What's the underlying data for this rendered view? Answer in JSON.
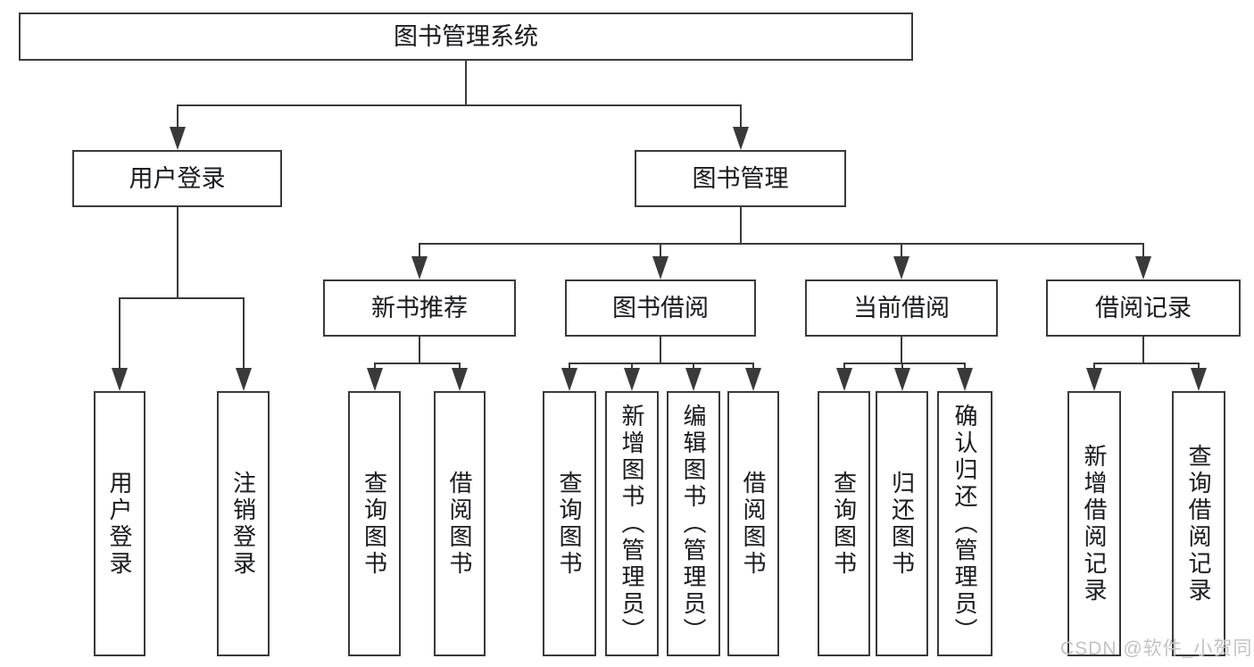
{
  "diagram": {
    "title": "图书管理系统",
    "nodes": [
      {
        "id": "library-system",
        "label": "图书管理系统",
        "orient": "h",
        "parent": null
      },
      {
        "id": "user-login",
        "label": "用户登录",
        "orient": "h",
        "parent": "library-system"
      },
      {
        "id": "book-mgmt",
        "label": "图书管理",
        "orient": "h",
        "parent": "library-system"
      },
      {
        "id": "new-book",
        "label": "新书推荐",
        "orient": "h",
        "parent": "book-mgmt"
      },
      {
        "id": "book-borrow",
        "label": "图书借阅",
        "orient": "h",
        "parent": "book-mgmt"
      },
      {
        "id": "current-borrow",
        "label": "当前借阅",
        "orient": "h",
        "parent": "book-mgmt"
      },
      {
        "id": "borrow-records",
        "label": "借阅记录",
        "orient": "h",
        "parent": "book-mgmt"
      },
      {
        "id": "ul-login",
        "label": "用户登录",
        "orient": "v",
        "parent": "user-login"
      },
      {
        "id": "ul-logout",
        "label": "注销登录",
        "orient": "v",
        "parent": "user-login"
      },
      {
        "id": "nb-query",
        "label": "查询图书",
        "orient": "v",
        "parent": "new-book"
      },
      {
        "id": "nb-borrow",
        "label": "借阅图书",
        "orient": "v",
        "parent": "new-book"
      },
      {
        "id": "bb-query",
        "label": "查询图书",
        "orient": "v",
        "parent": "book-borrow"
      },
      {
        "id": "bb-add",
        "label": "新增图书（管理员）",
        "orient": "v",
        "parent": "book-borrow"
      },
      {
        "id": "bb-edit",
        "label": "编辑图书（管理员）",
        "orient": "v",
        "parent": "book-borrow"
      },
      {
        "id": "bb-borrow",
        "label": "借阅图书",
        "orient": "v",
        "parent": "book-borrow"
      },
      {
        "id": "cb-query",
        "label": "查询图书",
        "orient": "v",
        "parent": "current-borrow"
      },
      {
        "id": "cb-return",
        "label": "归还图书",
        "orient": "v",
        "parent": "current-borrow"
      },
      {
        "id": "cb-confirm",
        "label": "确认归还（管理员）",
        "orient": "v",
        "parent": "current-borrow"
      },
      {
        "id": "br-add",
        "label": "新增借阅记录",
        "orient": "v",
        "parent": "borrow-records"
      },
      {
        "id": "br-query",
        "label": "查询借阅记录",
        "orient": "v",
        "parent": "borrow-records"
      }
    ]
  },
  "watermark": {
    "text": "CSDN @软件_小贺同学"
  },
  "colors": {
    "line": "#3a3a3a",
    "text": "#1c1c1c",
    "watermark": "#c3c3c3",
    "background": "#ffffff"
  }
}
